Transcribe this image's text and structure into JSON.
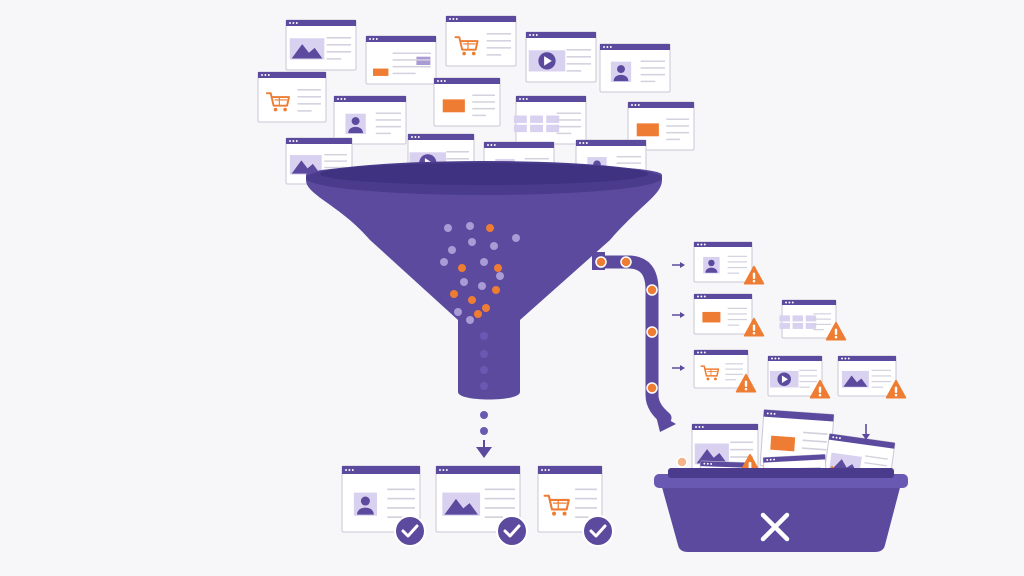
{
  "colors": {
    "background": "#f7f7f9",
    "purple": "#5b4a9e",
    "purple_dark": "#4a3b8c",
    "lavender": "#a99bd6",
    "lavender_light": "#d8d1ef",
    "orange": "#ee7d33",
    "pale_orange": "#f4b48a",
    "card_border": "#c9c7d6",
    "lines": "#d3d1dd"
  },
  "diagram": {
    "incoming_pages": [
      {
        "icon": "image"
      },
      {
        "icon": "text"
      },
      {
        "icon": "cart"
      },
      {
        "icon": "video"
      },
      {
        "icon": "profile"
      },
      {
        "icon": "cart"
      },
      {
        "icon": "profile"
      },
      {
        "icon": "banner"
      },
      {
        "icon": "grid"
      },
      {
        "icon": "banner"
      },
      {
        "icon": "image"
      },
      {
        "icon": "video"
      },
      {
        "icon": "profile"
      },
      {
        "icon": "profile"
      }
    ],
    "rejected_pages": [
      {
        "icon": "profile",
        "flag": "warning-icon"
      },
      {
        "icon": "banner",
        "flag": "warning-icon"
      },
      {
        "icon": "grid",
        "flag": "warning-icon"
      },
      {
        "icon": "cart",
        "flag": "warning-icon"
      },
      {
        "icon": "video",
        "flag": "warning-icon"
      },
      {
        "icon": "image",
        "flag": "warning-icon"
      }
    ],
    "accepted_pages": [
      {
        "icon": "profile",
        "status": "check-icon"
      },
      {
        "icon": "image",
        "status": "check-icon"
      },
      {
        "icon": "cart",
        "status": "check-icon"
      }
    ],
    "bin": {
      "icon": "x-icon"
    }
  }
}
